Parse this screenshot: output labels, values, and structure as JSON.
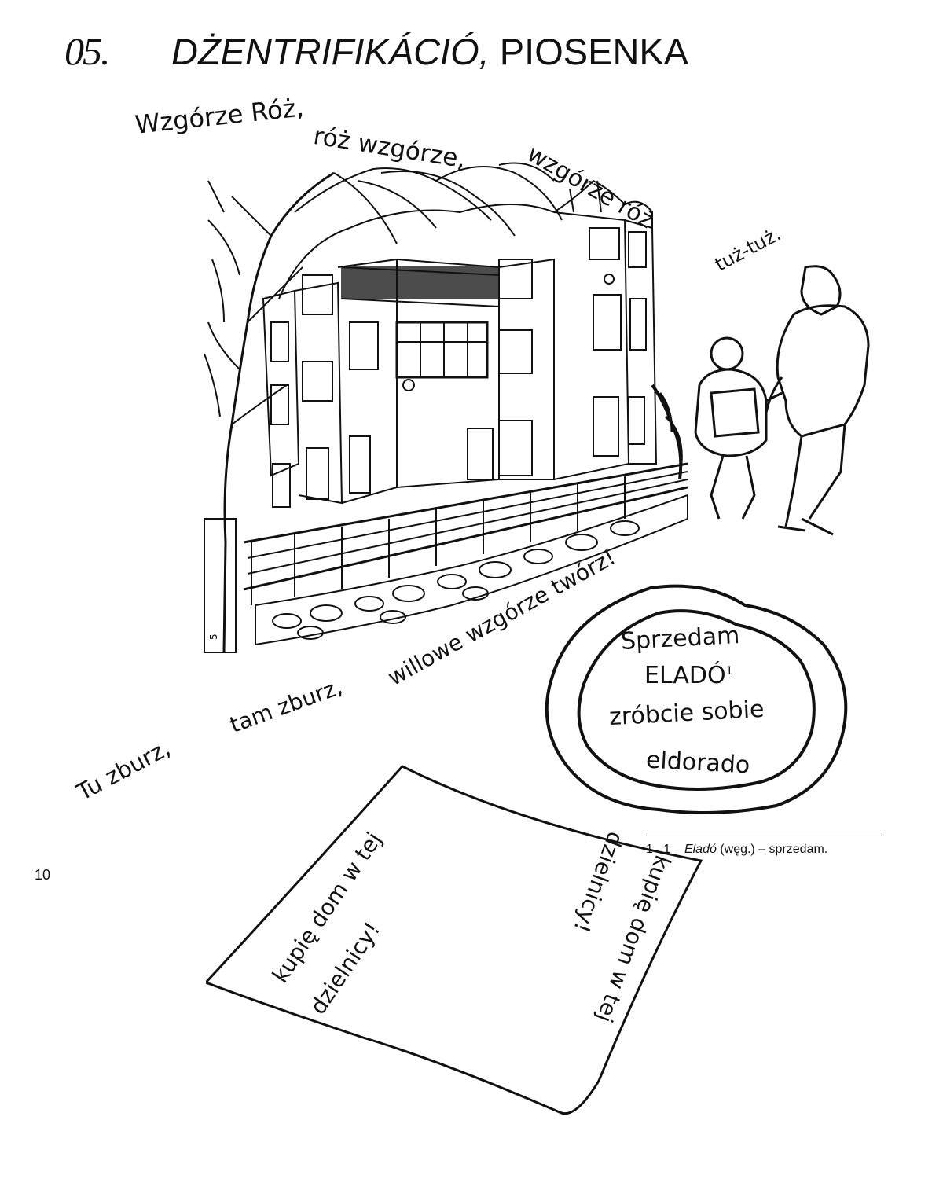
{
  "header": {
    "chapter_number": "05.",
    "title_italic": "DŻENTRIFIKÁCIÓ,",
    "title_rest": " PIOSENKA"
  },
  "lyrics": {
    "line1": "Wzgórze Róż,",
    "line2": "róż wzgórze,",
    "line3": "wzgórze róż",
    "line4": "tuż-tuż.",
    "line5": "willowe wzgórze twórz!",
    "line6": "tam zburz,",
    "line7": "Tu zburz,"
  },
  "sign": {
    "line1": "Sprzedam",
    "line2": "ELADÓ",
    "footnote_mark": "1",
    "line3": "zróbcie sobie",
    "line4": "eldorado"
  },
  "paper_note": {
    "left_line1": "kupię dom w tej",
    "left_line2": "dzielnicy!",
    "right_line1": "kupię dom w tej",
    "right_line2": "dzielnicy!"
  },
  "illustration": {
    "sketch_mark": "5",
    "subject": "villa-with-fence-and-trees"
  },
  "footnote": {
    "number": "1",
    "mark": "1",
    "term": "Eladó",
    "rest": " (węg.) – sprzedam."
  },
  "page_number": "10"
}
